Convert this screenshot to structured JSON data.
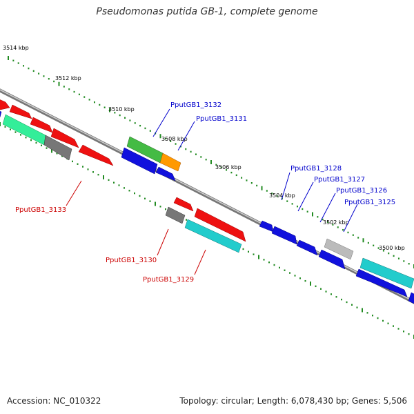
{
  "title": "Pseudomonas putida GB-1, complete genome",
  "footer": {
    "accession": "Accession: NC_010322",
    "summary": "Topology: circular; Length: 6,078,430 bp; Genes: 5,506"
  },
  "ruler_ticks": [
    "3514 kbp",
    "3512 kbp",
    "3510 kbp",
    "3508 kbp",
    "3506 kbp",
    "3504 kbp",
    "3502 kbp",
    "3500 kbp"
  ],
  "gene_labels": [
    {
      "name": "PputGB1_3132",
      "strand": "plus",
      "color": "#0000cc"
    },
    {
      "name": "PputGB1_3131",
      "strand": "plus",
      "color": "#0000cc"
    },
    {
      "name": "PputGB1_3128",
      "strand": "plus",
      "color": "#0000cc"
    },
    {
      "name": "PputGB1_3127",
      "strand": "plus",
      "color": "#0000cc"
    },
    {
      "name": "PputGB1_3126",
      "strand": "plus",
      "color": "#0000cc"
    },
    {
      "name": "PputGB1_3125",
      "strand": "plus",
      "color": "#0000cc"
    },
    {
      "name": "PputGB1_3133",
      "strand": "minus",
      "color": "#cc0000"
    },
    {
      "name": "PputGB1_3130",
      "strand": "minus",
      "color": "#cc0000"
    },
    {
      "name": "PputGB1_3129",
      "strand": "minus",
      "color": "#cc0000"
    }
  ],
  "colors": {
    "backbone": "#888888",
    "tick": "#228b22",
    "gene_red": "#ee1111",
    "gene_blue": "#1111dd",
    "gene_cyan": "#22cccc",
    "gene_green": "#44bb44",
    "gene_orange": "#ff9900",
    "gene_gray": "#777777",
    "gene_lightgray": "#bbbbbb",
    "gene_teal": "#33ee99"
  }
}
